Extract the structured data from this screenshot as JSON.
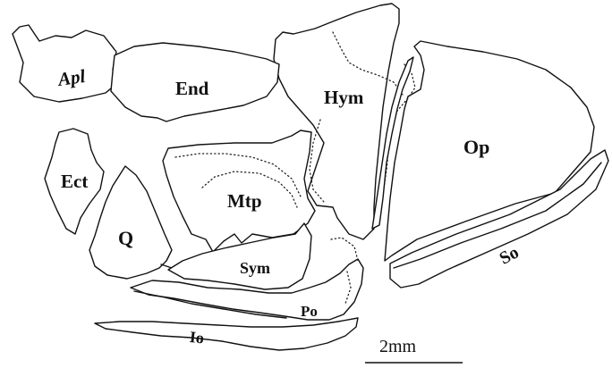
{
  "labels": {
    "apl": "Apl",
    "end": "End",
    "hym": "Hym",
    "op": "Op",
    "ect": "Ect",
    "mtp": "Mtp",
    "q": "Q",
    "sym": "Sym",
    "so": "So",
    "po": "Po",
    "io": "Io"
  },
  "scale_bar": {
    "label": "2mm"
  }
}
